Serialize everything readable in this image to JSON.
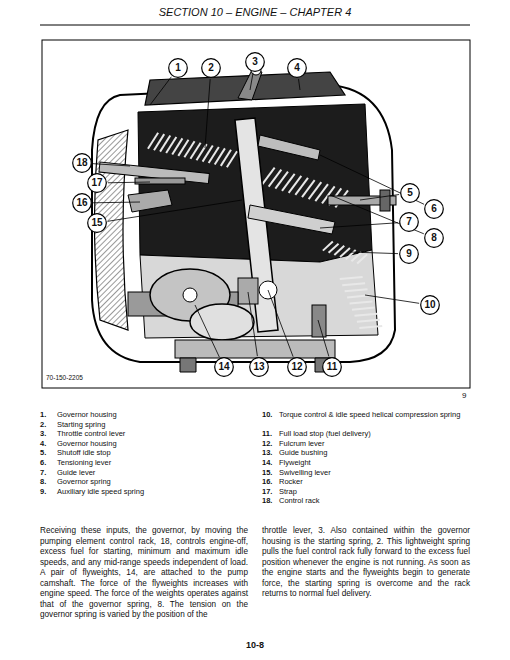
{
  "diagram": {
    "title": "SECTION 10 – ENGINE – CHAPTER 4",
    "nodes": [
      {
        "text": [
          "1"
        ]
      },
      {
        "text": [
          "2"
        ]
      },
      {
        "text": [
          "3"
        ]
      },
      {
        "text": [
          "4"
        ]
      },
      {
        "text": [
          "18"
        ]
      },
      {
        "text": [
          "17"
        ]
      },
      {
        "text": [
          "5"
        ]
      },
      {
        "text": [
          "16"
        ]
      },
      {
        "text": [
          "6"
        ]
      },
      {
        "text": [
          "7"
        ]
      },
      {
        "text": [
          "15"
        ]
      },
      {
        "text": [
          "8"
        ]
      },
      {
        "text": [
          "9"
        ]
      },
      {
        "text": [
          "10"
        ]
      },
      {
        "text": [
          "14"
        ]
      },
      {
        "text": [
          "13"
        ]
      },
      {
        "text": [
          "12"
        ]
      },
      {
        "text": [
          "11"
        ]
      }
    ],
    "labels": [
      "70-150-2205",
      "9",
      "1.",
      "Governor housing",
      "2.",
      "Starting spring",
      "3.",
      "Throttle control lever",
      "4.",
      "Governor housing",
      "5.",
      "Shutoff idle stop",
      "6.",
      "Tensioning lever",
      "7.",
      "Guide lever",
      "8.",
      "Governor spring",
      "9.",
      "Auxiliary idle speed spring",
      "10.",
      "Torque control & idle speed helical compression spring",
      "11.",
      "Full load stop (fuel delivery)",
      "12.",
      "Fulcrum lever",
      "13.",
      "Guide bushing",
      "14.",
      "Flyweight",
      "15.",
      "Swivelling lever",
      "16.",
      "Rocker",
      "17.",
      "Strap",
      "18.",
      "Control rack",
      "Receiving these inputs, the governor, by moving the pumping element control rack, 18, controls engine-off, excess fuel for starting, minimum and maximum idle speeds, and any mid-range speeds independent of load. A pair of flyweights, 14, are attached to the pump camshaft. The force of the flyweights increases with engine speed. The force of the weights operates against that of the governor spring, 8. The tension on the governor spring is varied by the position of the",
      "throttle lever, 3. Also contained within the governor housing is the starting spring, 2. This lightweight spring pulls the fuel control rack fully forward to the excess fuel position whenever the engine is not running. As soon as the engine starts and the flyweights begin to generate force, the starting spring is overcome and the rack returns to normal fuel delivery.",
      "10-8"
    ]
  }
}
